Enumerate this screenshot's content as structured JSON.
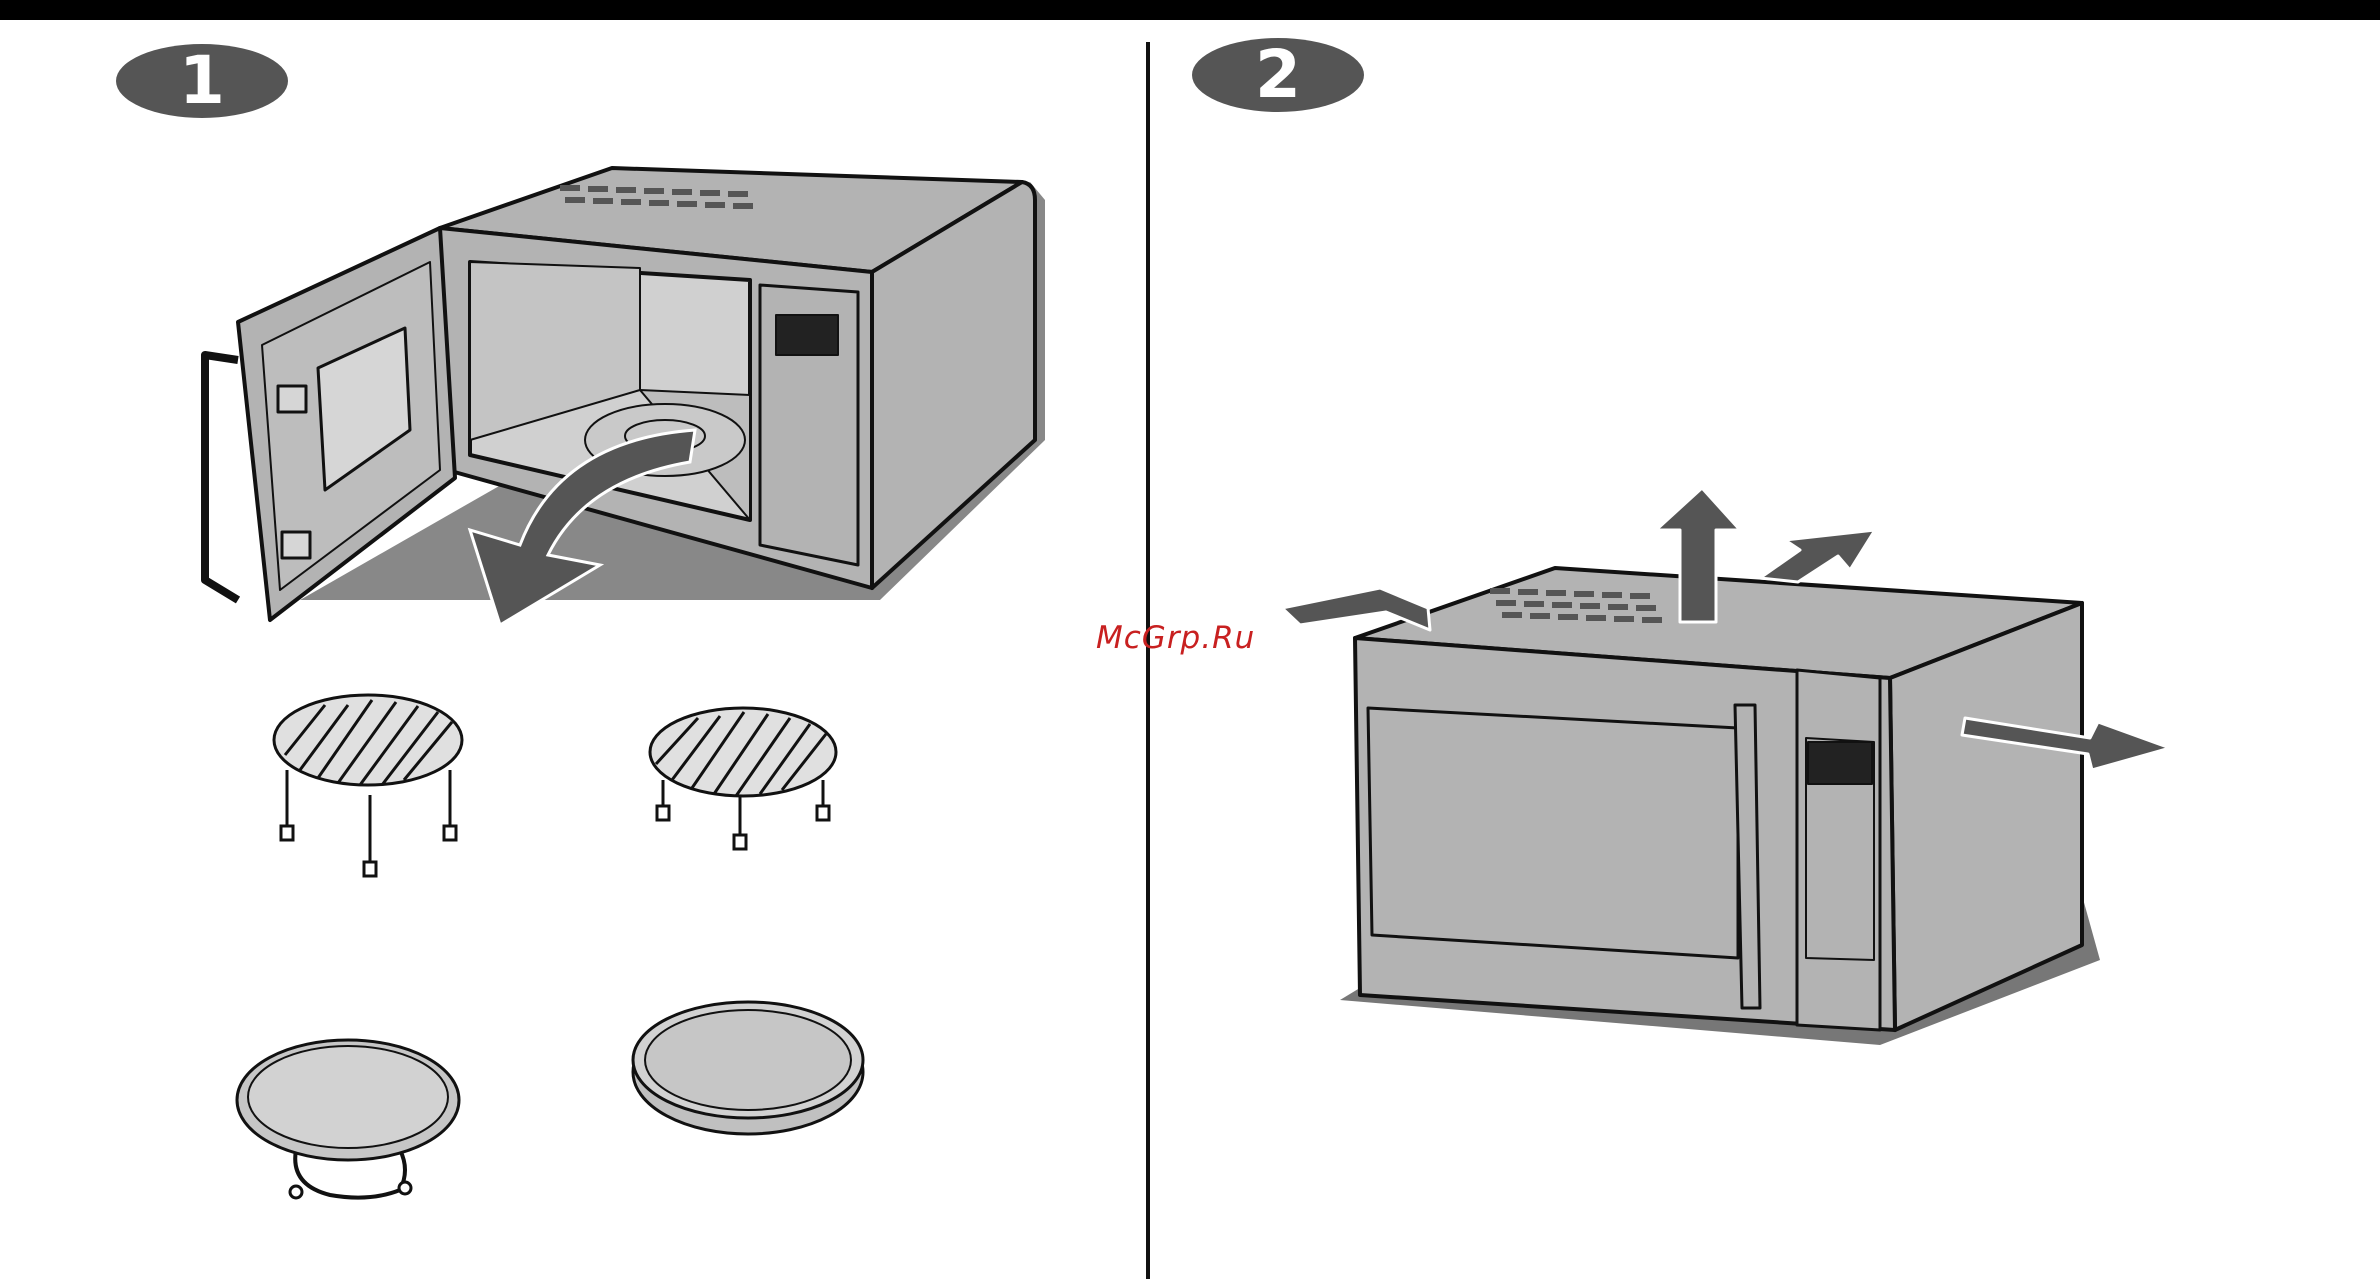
{
  "steps": [
    {
      "number": "1"
    },
    {
      "number": "2"
    }
  ],
  "watermark": "McGrp.Ru",
  "colors": {
    "badge": "#555555",
    "body_gray": "#b3b3b3",
    "dark_gray": "#666666",
    "arrow_gray": "#555555",
    "watermark": "#c82020"
  },
  "icons": {
    "step1": [
      "open-microwave-icon",
      "remove-turntable-arrow-icon",
      "high-rack-icon",
      "low-rack-icon",
      "turntable-with-roller-ring-icon",
      "baking-tray-icon"
    ],
    "step2": [
      "microwave-front-icon",
      "ventilation-clearance-arrow-icon"
    ]
  }
}
